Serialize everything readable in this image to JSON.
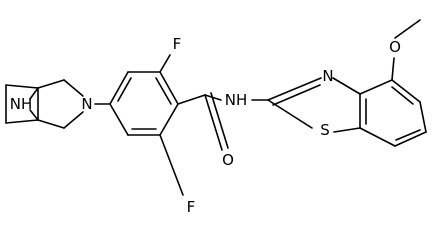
{
  "atoms": {
    "F_top": "F",
    "F_bottom": "F",
    "N_ring": "N",
    "NH_bridge": "NH",
    "NH_amide": "NH",
    "O_carbonyl": "O",
    "N_thiazole": "N",
    "S_thiazole": "S",
    "O_methoxy": "O"
  },
  "colors": {
    "ink": "#000000",
    "background": "#ffffff"
  }
}
